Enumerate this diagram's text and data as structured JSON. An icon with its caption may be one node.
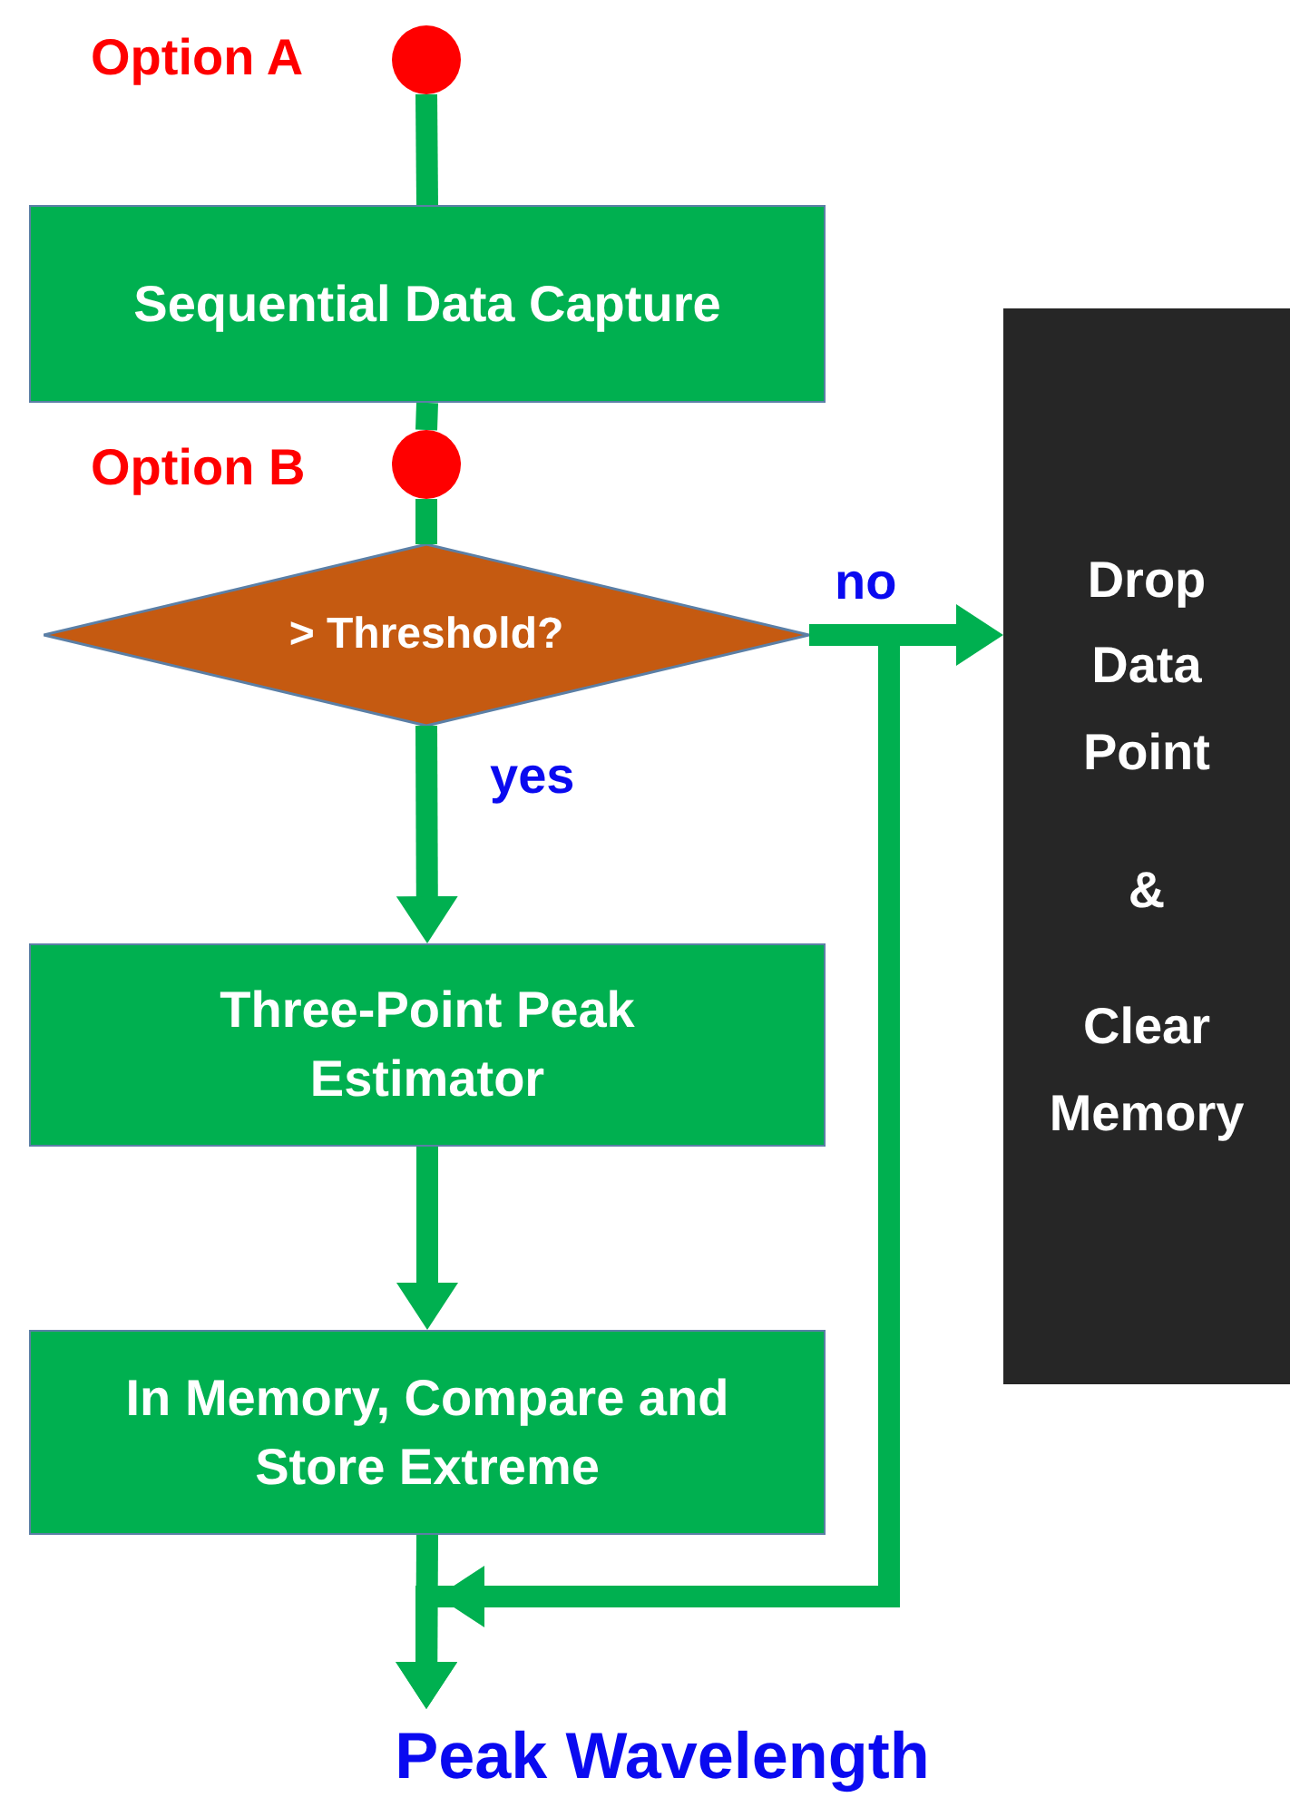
{
  "diagram": {
    "nodes": [
      {
        "text": [],
        "shape": "circle"
      },
      {
        "text": [
          "Sequential Data Capture"
        ]
      },
      {
        "text": [],
        "shape": "circle"
      },
      {
        "text": [
          "> Threshold?"
        ]
      },
      {
        "text": [
          "Drop Data Point",
          "&",
          "Clear Memory"
        ]
      },
      {
        "text": [
          "Three-Point Peak Estimator"
        ]
      },
      {
        "text": [
          "In Memory, Compare and Store Extreme"
        ]
      },
      {
        "text": [
          "Peak Wavelength"
        ]
      }
    ],
    "edges": [
      {
        "from": 0,
        "to": 1,
        "arrow": "none"
      },
      {
        "from": 1,
        "to": 2,
        "arrow": "none"
      },
      {
        "from": 2,
        "to": 3,
        "arrow": "none"
      },
      {
        "from": 3,
        "to": 4,
        "arrow": "to",
        "label": "no"
      },
      {
        "from": 3,
        "to": 5,
        "arrow": "to",
        "label": "yes"
      },
      {
        "from": 5,
        "to": 6,
        "arrow": "to"
      },
      {
        "from": 6,
        "to": 7,
        "arrow": "to"
      },
      {
        "from": 3,
        "to": 7,
        "arrow": "to"
      }
    ],
    "labels": [
      "Option A",
      "Option B"
    ]
  }
}
